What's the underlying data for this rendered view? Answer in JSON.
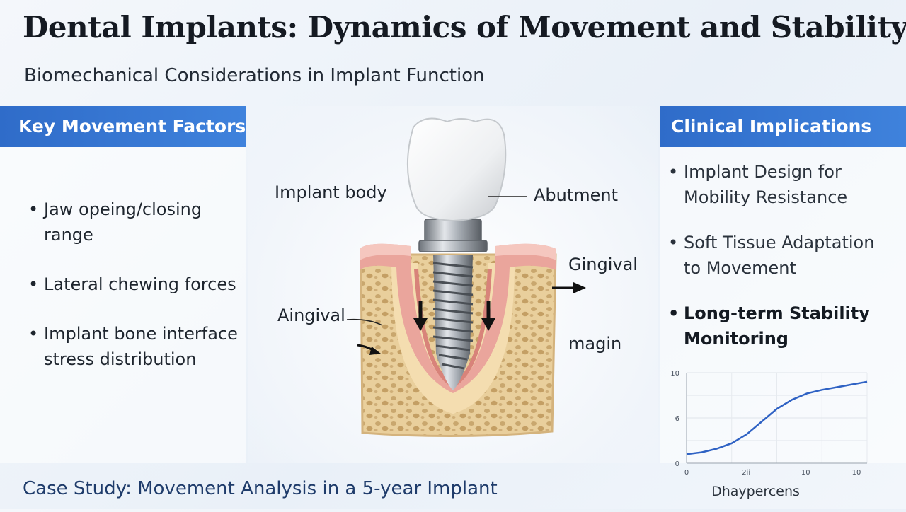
{
  "title": "Dental Implants: Dynamics of Movement and Stability",
  "subtitle": "Biomechanical Considerations in Implant Function",
  "left_panel": {
    "header": "Key Movement Factors",
    "items": [
      "Jaw opeing/closing range",
      "Lateral chewing forces",
      "Implant bone interface stress distribution"
    ]
  },
  "right_panel": {
    "header": "Clinical Implications",
    "items": [
      "Implant Design for Mobility Resistance",
      "Soft Tissue Adaptation to Movement",
      "Long-term Stability Monitoring"
    ]
  },
  "diagram_labels": {
    "implant_body": "Implant body",
    "abutment": "Abutment",
    "gingival_right": "Gingival",
    "gingival_left": "Aingival",
    "margin": "magin"
  },
  "footer": "Case Study: Movement Analysis in a 5-year Implant",
  "colors": {
    "header_blue": "#2f6cc9",
    "chart_line": "#2f62c4",
    "gum_pink": "#e9a49c",
    "bone": "#ecd3a4"
  },
  "chart_data": {
    "type": "line",
    "xlabel": "Dhaypercens",
    "x_ticks": [
      "0",
      "2ii",
      "10",
      "10"
    ],
    "y_ticks": [
      "0",
      "6",
      "10"
    ],
    "grid": true,
    "x": [
      0,
      1,
      2,
      3,
      4,
      5,
      6,
      7,
      8,
      9,
      10,
      11,
      12
    ],
    "y": [
      1.0,
      1.2,
      1.6,
      2.2,
      3.2,
      4.6,
      6.0,
      7.0,
      7.7,
      8.1,
      8.4,
      8.7,
      9.0
    ],
    "xlim": [
      0,
      12
    ],
    "ylim": [
      0,
      10
    ]
  }
}
